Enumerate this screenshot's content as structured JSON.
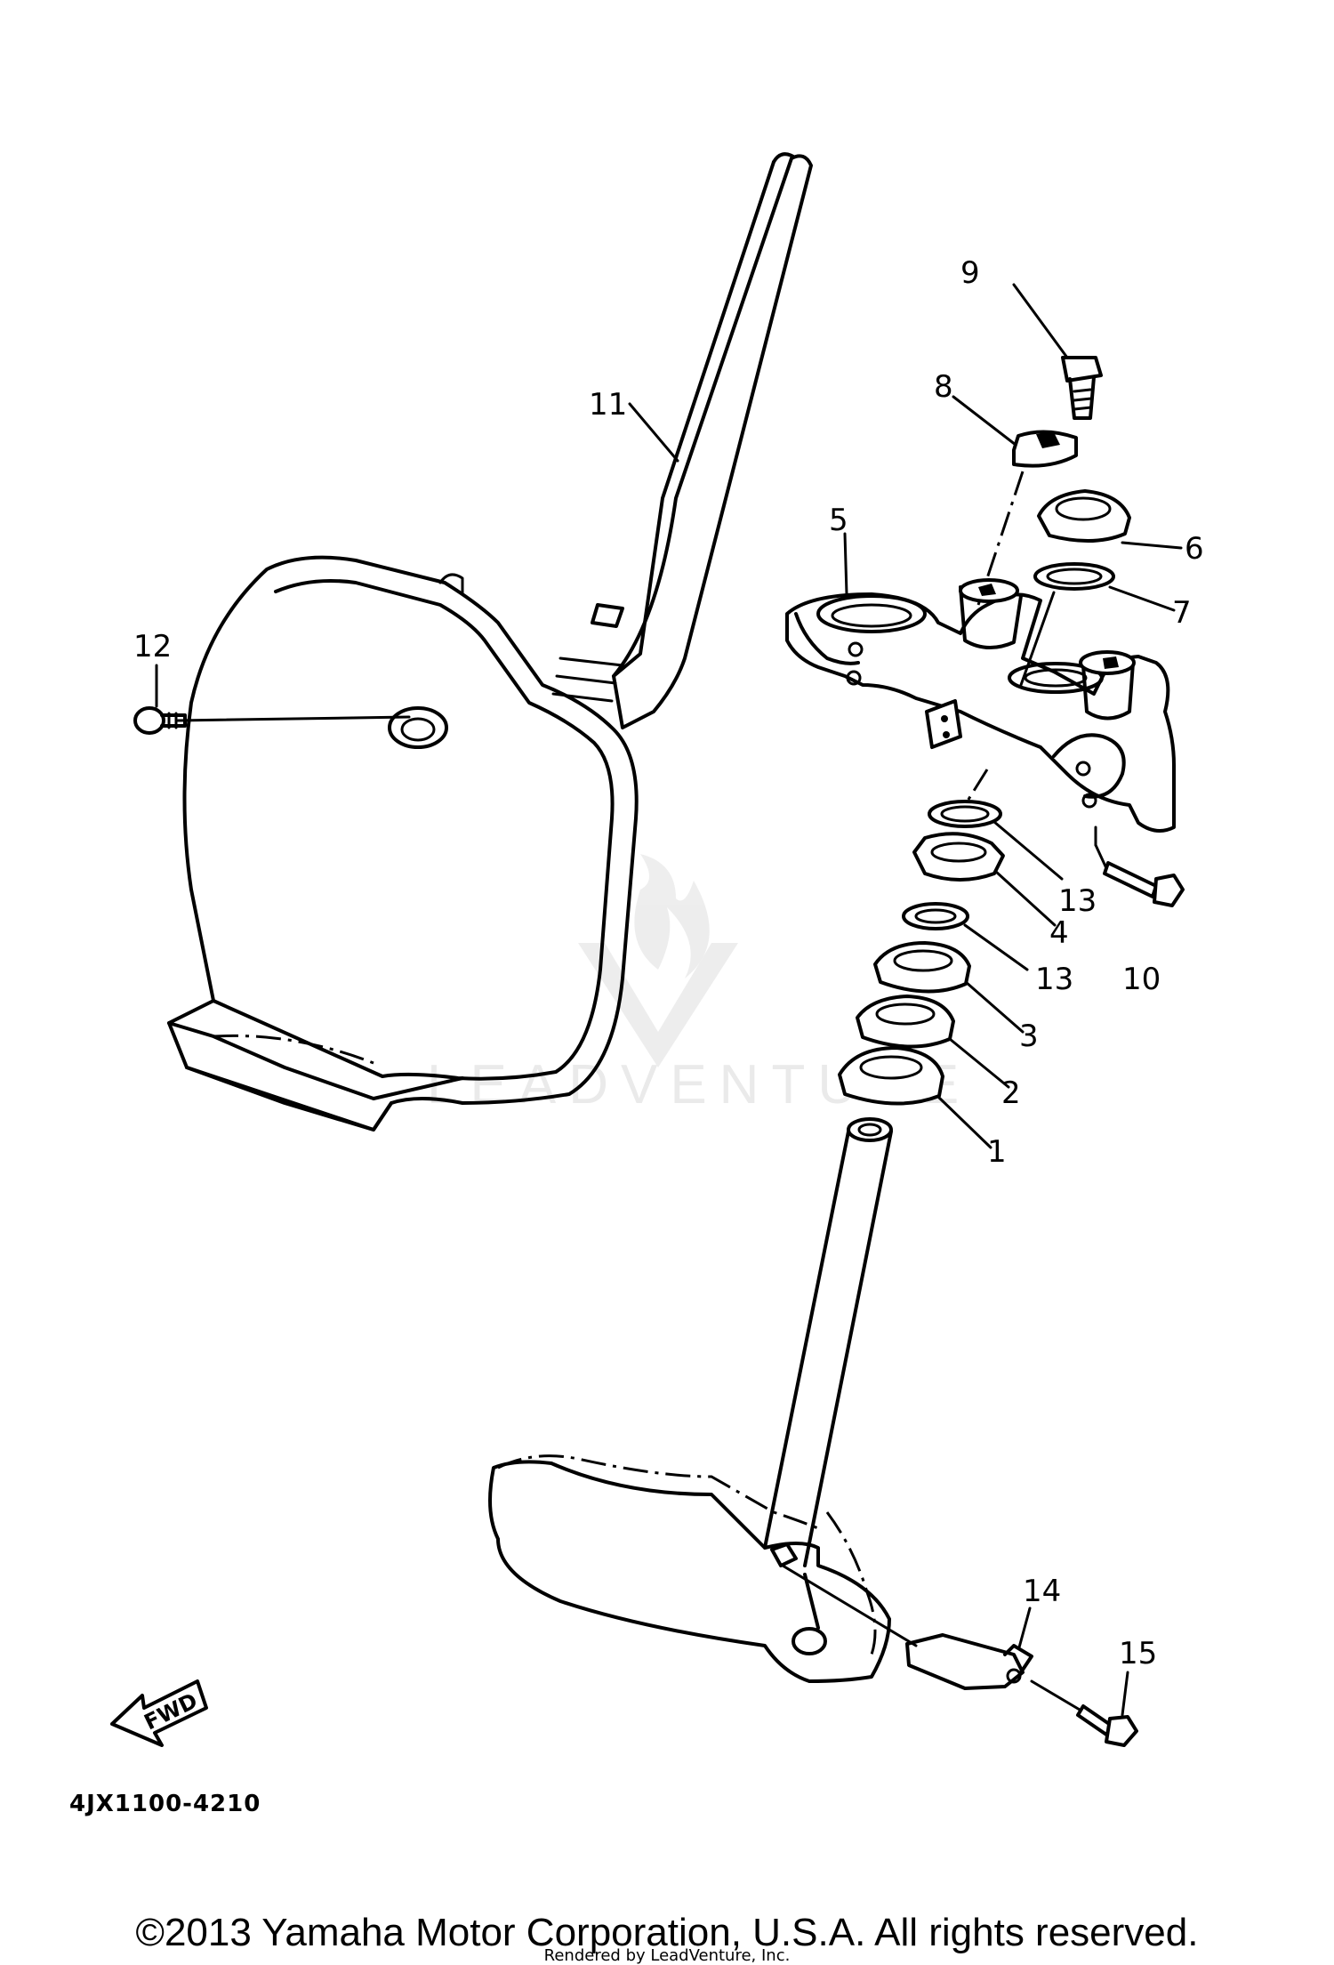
{
  "diagram": {
    "callouts": {
      "c1": "1",
      "c2": "2",
      "c3": "3",
      "c4": "4",
      "c5": "5",
      "c6": "6",
      "c7": "7",
      "c8": "8",
      "c9": "9",
      "c10": "10",
      "c11": "11",
      "c12": "12",
      "c13a": "13",
      "c13b": "13",
      "c14": "14",
      "c15": "15"
    },
    "part_code": "4JX1100-4210",
    "fwd_label": "FWD",
    "watermark": "LEADVENTURE"
  },
  "footer": {
    "copyright": "©2013 Yamaha Motor Corporation, U.S.A. All rights reserved.",
    "rendered_by": "Rendered by LeadVenture, Inc."
  }
}
